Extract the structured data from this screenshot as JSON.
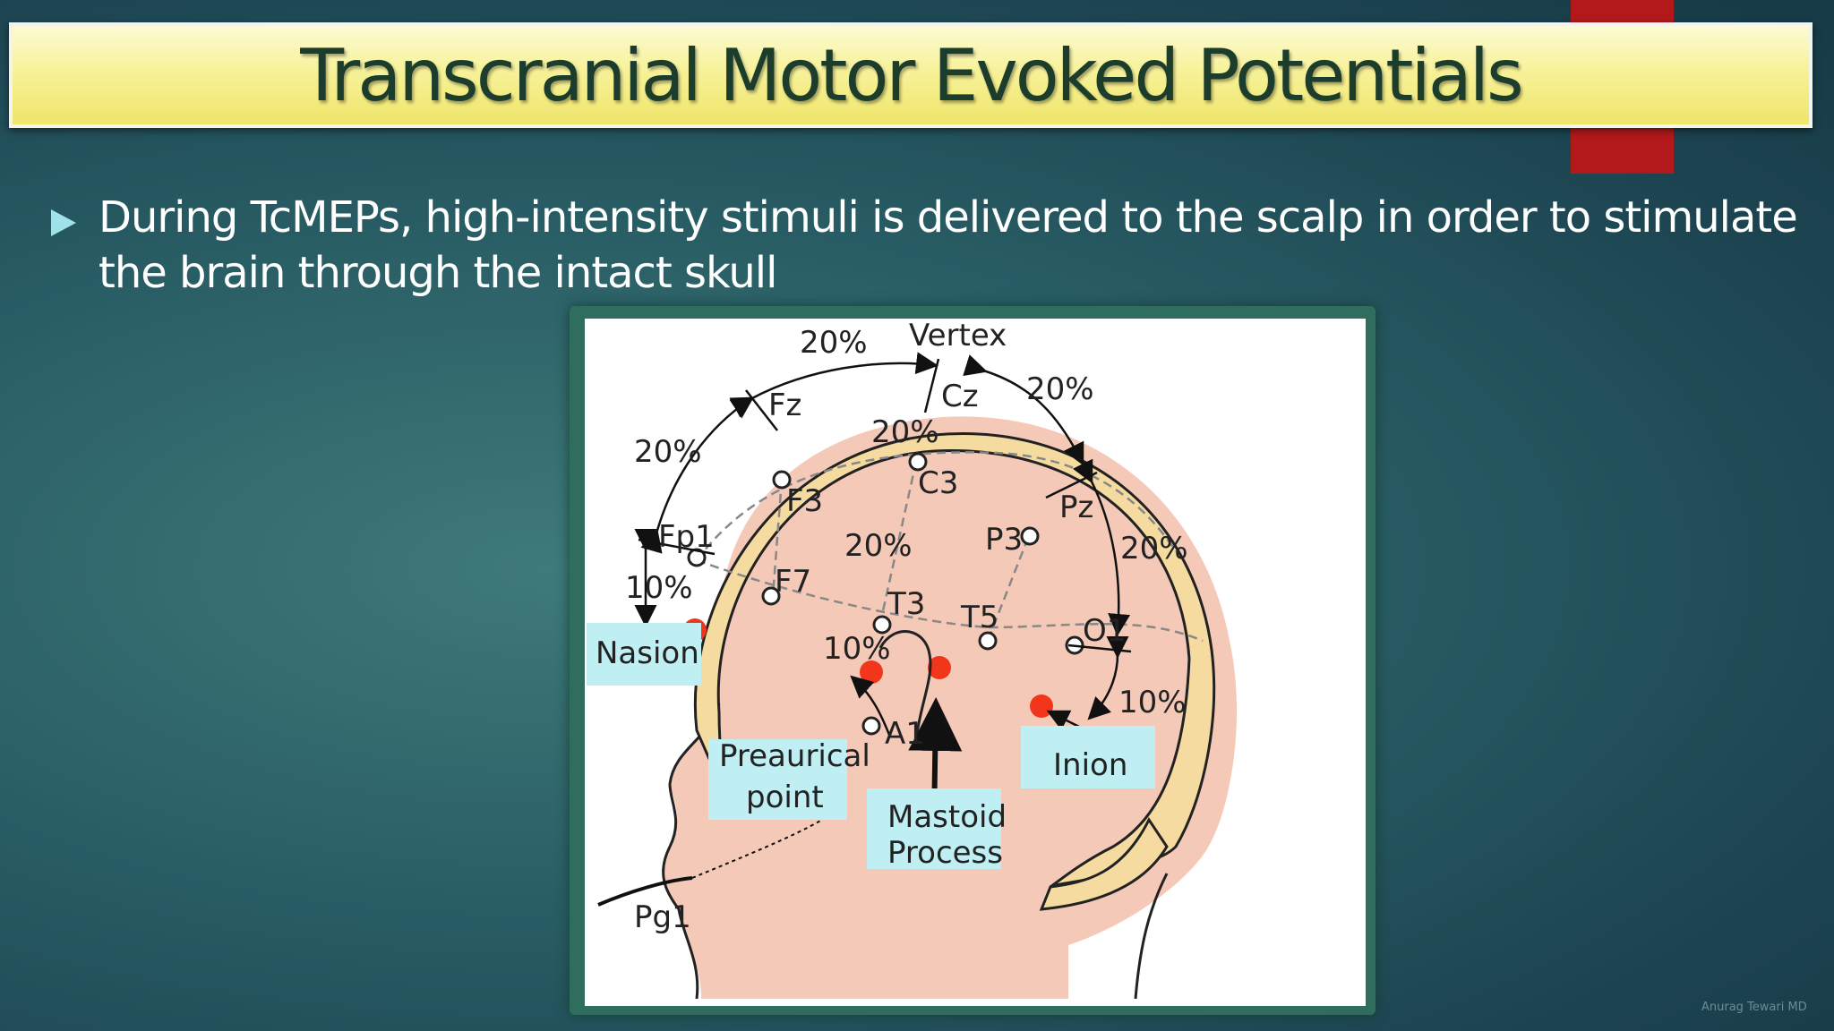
{
  "slide": {
    "title": "Transcranial Motor Evoked Potentials",
    "bullet": "During TcMEPs, high-intensity stimuli is delivered to the scalp in order to stimulate the brain through the intact skull",
    "watermark": "Anurag Tewari MD"
  },
  "diagram": {
    "percent_labels": {
      "fz_cz": "20%",
      "cz_pz": "20%",
      "fp1_fz": "20%",
      "inner_top": "20%",
      "inner_mid": "20%",
      "pz_o1": "20%",
      "nasion_fp1": "10%",
      "o1_inion": "10%",
      "preauricular": "10%"
    },
    "vertex": "Vertex",
    "electrodes": {
      "fz": "Fz",
      "cz": "Cz",
      "pz": "Pz",
      "fp1": "Fp1",
      "f3": "F3",
      "c3": "C3",
      "p3": "P3",
      "f7": "F7",
      "t3": "T3",
      "t5": "T5",
      "o1": "O1",
      "a1": "A1",
      "pg1": "Pg1"
    },
    "landmarks": {
      "nasion": "Nasion",
      "preauricular_line1": "Preaurical",
      "preauricular_line2": "point",
      "mastoid_line1": "Mastoid",
      "mastoid_line2": "Process",
      "inion": "Inion"
    },
    "colors": {
      "skin": "#f5c9b8",
      "skull": "#f6dba0",
      "stim_dot": "#f2361b",
      "label_box": "#bfeef3"
    }
  }
}
